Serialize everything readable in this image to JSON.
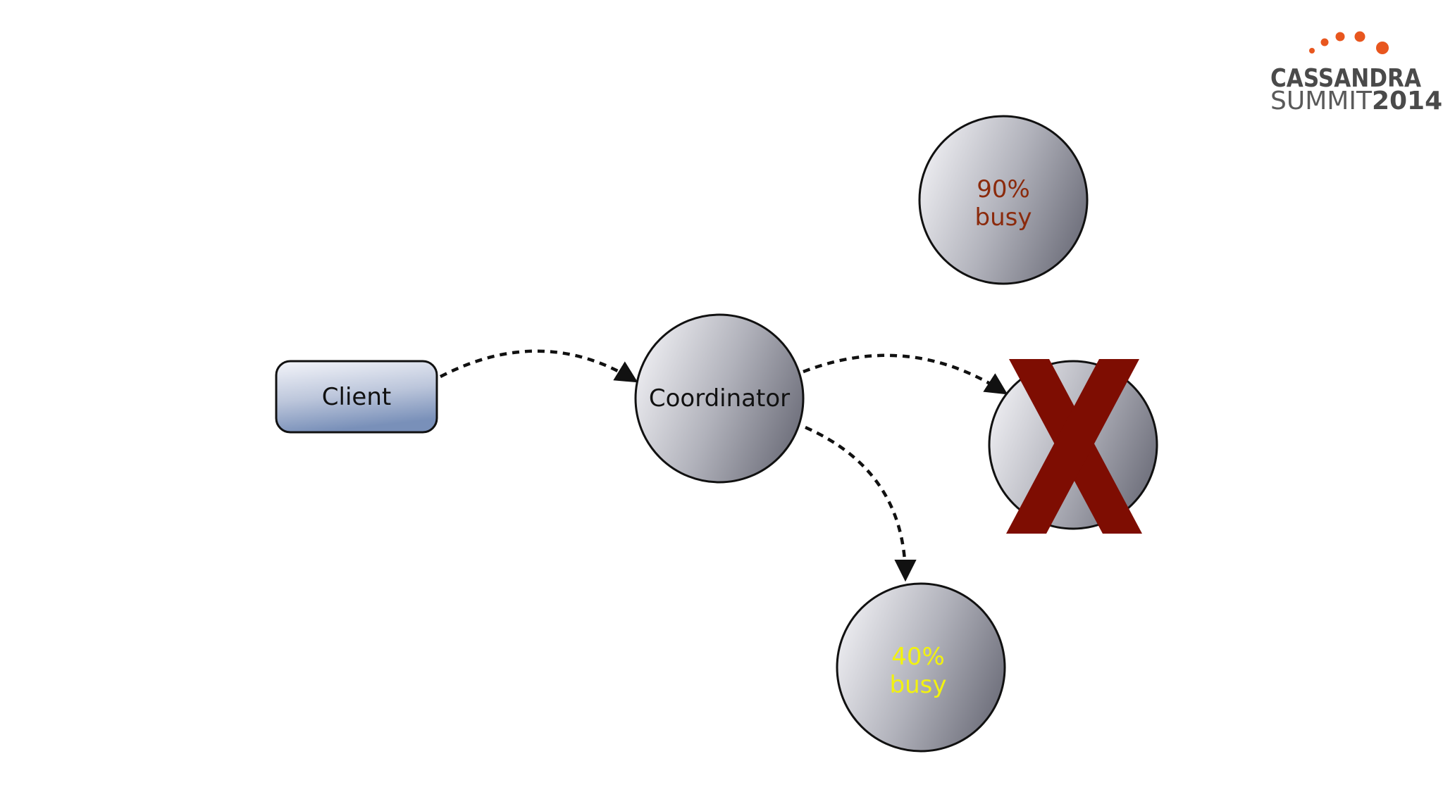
{
  "logo": {
    "line1": "CASSANDRA",
    "line2_light": "SUMMIT",
    "line2_bold": "2014",
    "dot_color": "#e8561e"
  },
  "nodes": {
    "client": {
      "label": "Client"
    },
    "coordinator": {
      "label": "Coordinator"
    },
    "replica_top": {
      "line1": "90%",
      "line2": "busy",
      "text_color": "#8b2a0c"
    },
    "replica_failed": {
      "mark": "X",
      "mark_color": "#7e0d02"
    },
    "replica_bottom": {
      "line1": "40%",
      "line2": "busy",
      "text_color": "#f2f20f"
    }
  },
  "colors": {
    "node_fill_light": "#ededf1",
    "node_fill_dark": "#70717d",
    "client_fill_light": "#f1f2f8",
    "client_fill_dark": "#7d92ba",
    "outline": "#111111"
  }
}
